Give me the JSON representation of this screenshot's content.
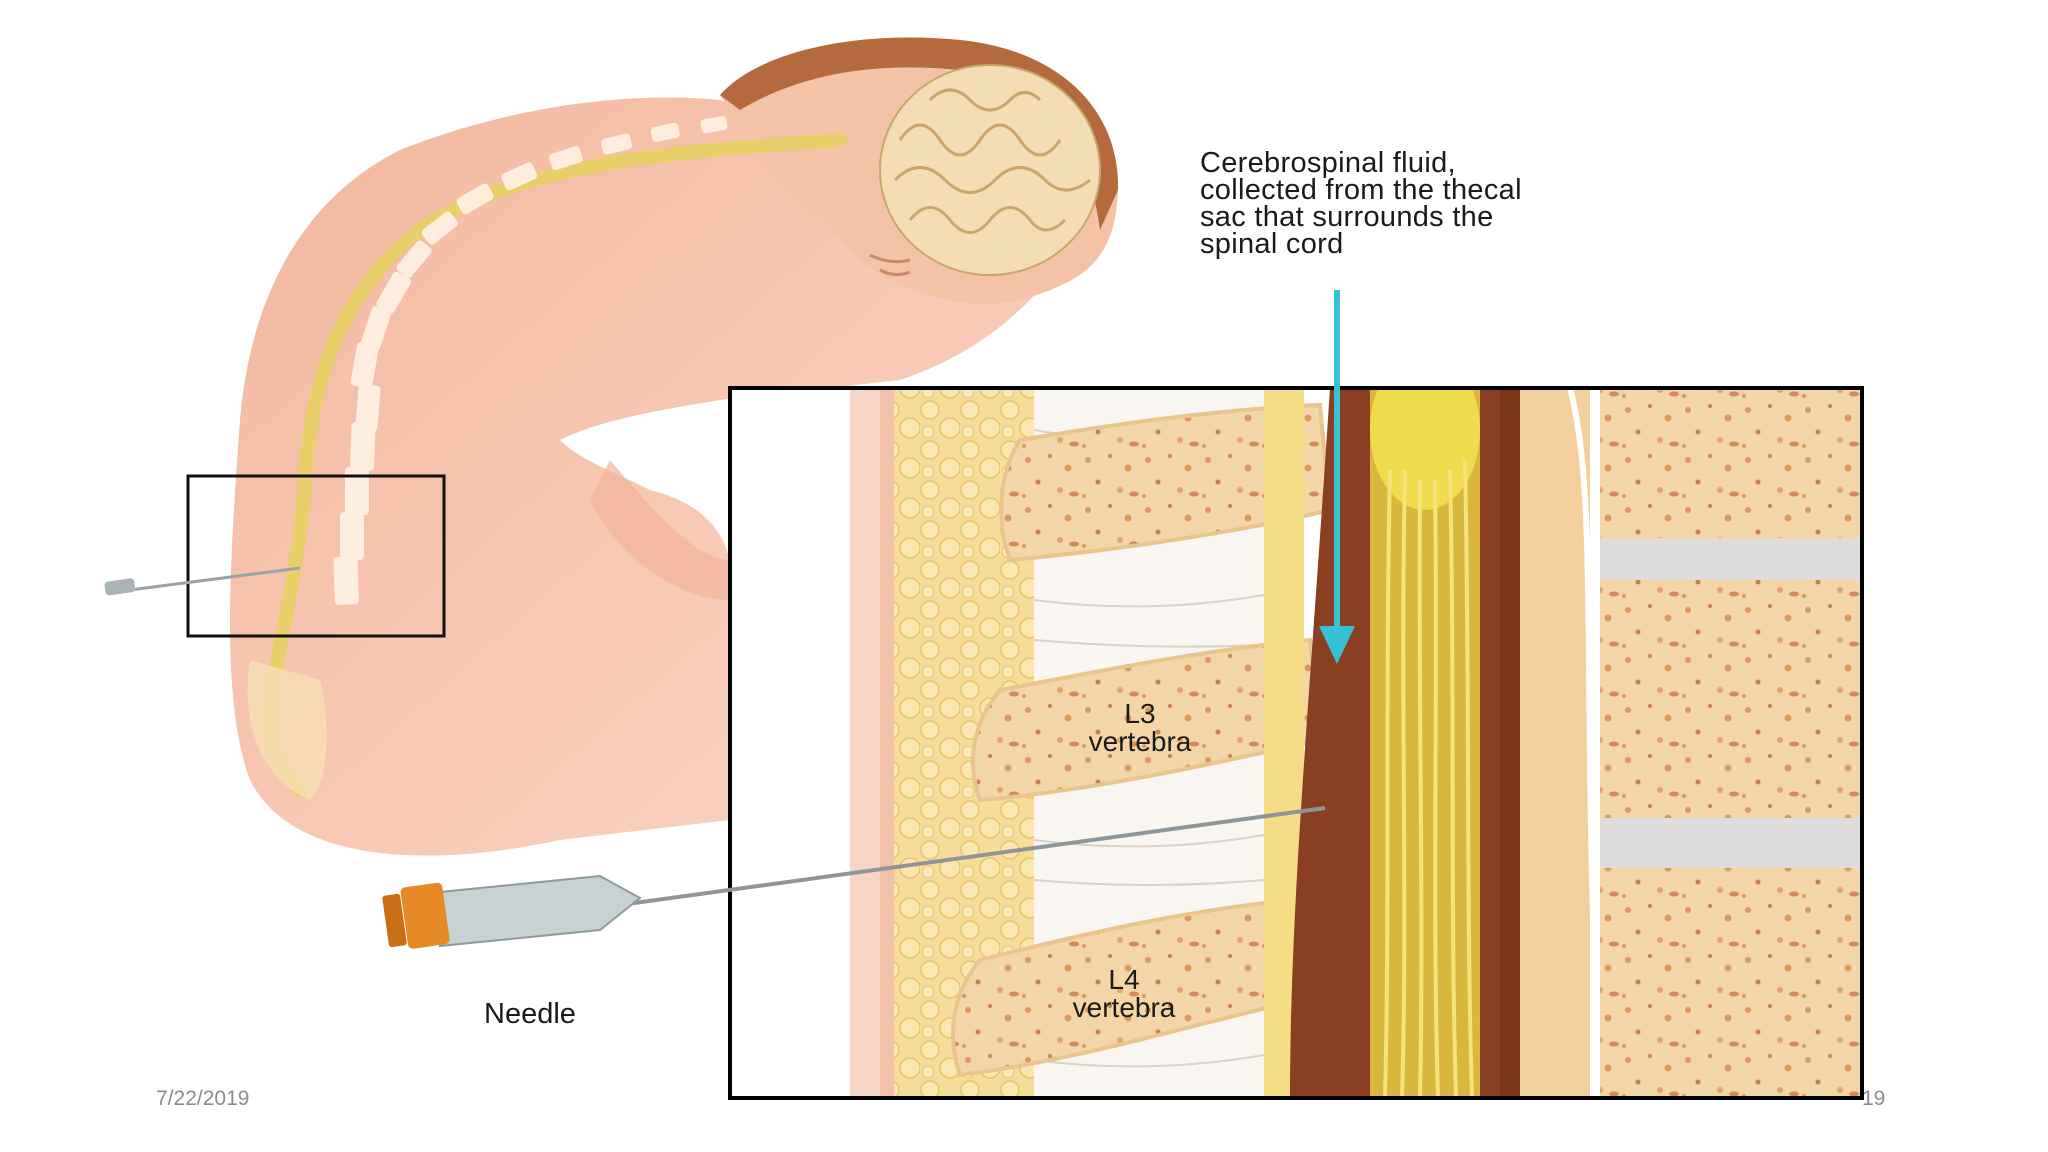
{
  "diagram": {
    "callout_lines": [
      "Cerebrospinal fluid,",
      "collected from the thecal",
      "sac that surrounds the",
      "spinal cord"
    ],
    "l3_label": [
      "L3",
      "vertebra"
    ],
    "l4_label": [
      "L4",
      "vertebra"
    ],
    "needle_label": "Needle",
    "colors": {
      "skin": "#f6c9b3",
      "spinal_cord": "#e9cf6a",
      "bone": "#f1d3a3",
      "thecal_sac": "#8a3e22",
      "arrow": "#35c2d6",
      "frame": "#000000"
    }
  },
  "footer": {
    "date": "7/22/2019",
    "page_number": "19"
  }
}
